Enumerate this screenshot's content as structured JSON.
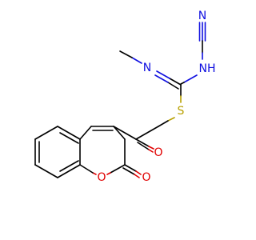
{
  "molecule": {
    "atoms": {
      "cyano_n": {
        "text": "N",
        "color": "#1010e0"
      },
      "amine_n": {
        "text": "NH",
        "color": "#1010e0"
      },
      "imine_n": {
        "text": "N",
        "color": "#1010e0"
      },
      "thio_s": {
        "text": "S",
        "color": "#b8a000"
      },
      "ketone_o": {
        "text": "O",
        "color": "#e00000"
      },
      "ring_o": {
        "text": "O",
        "color": "#e00000"
      },
      "lactone_o": {
        "text": "O",
        "color": "#e00000"
      }
    }
  }
}
